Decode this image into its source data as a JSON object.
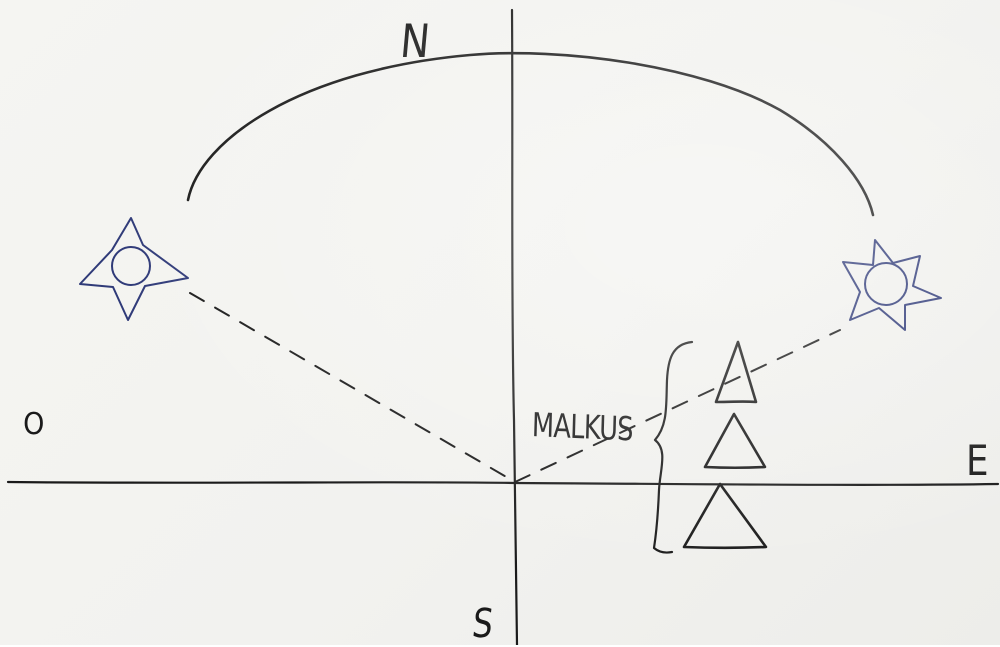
{
  "directions": {
    "north": "N",
    "south": "S",
    "east": "E",
    "west": "O"
  },
  "annotation": {
    "label": "MALKUS"
  },
  "elements": {
    "stars": [
      "star",
      "star"
    ],
    "triangles_count": 3
  },
  "colors": {
    "paper": "#f3f3f0",
    "ink": "#1a1a1a",
    "star_ink": "#2f3a78"
  }
}
